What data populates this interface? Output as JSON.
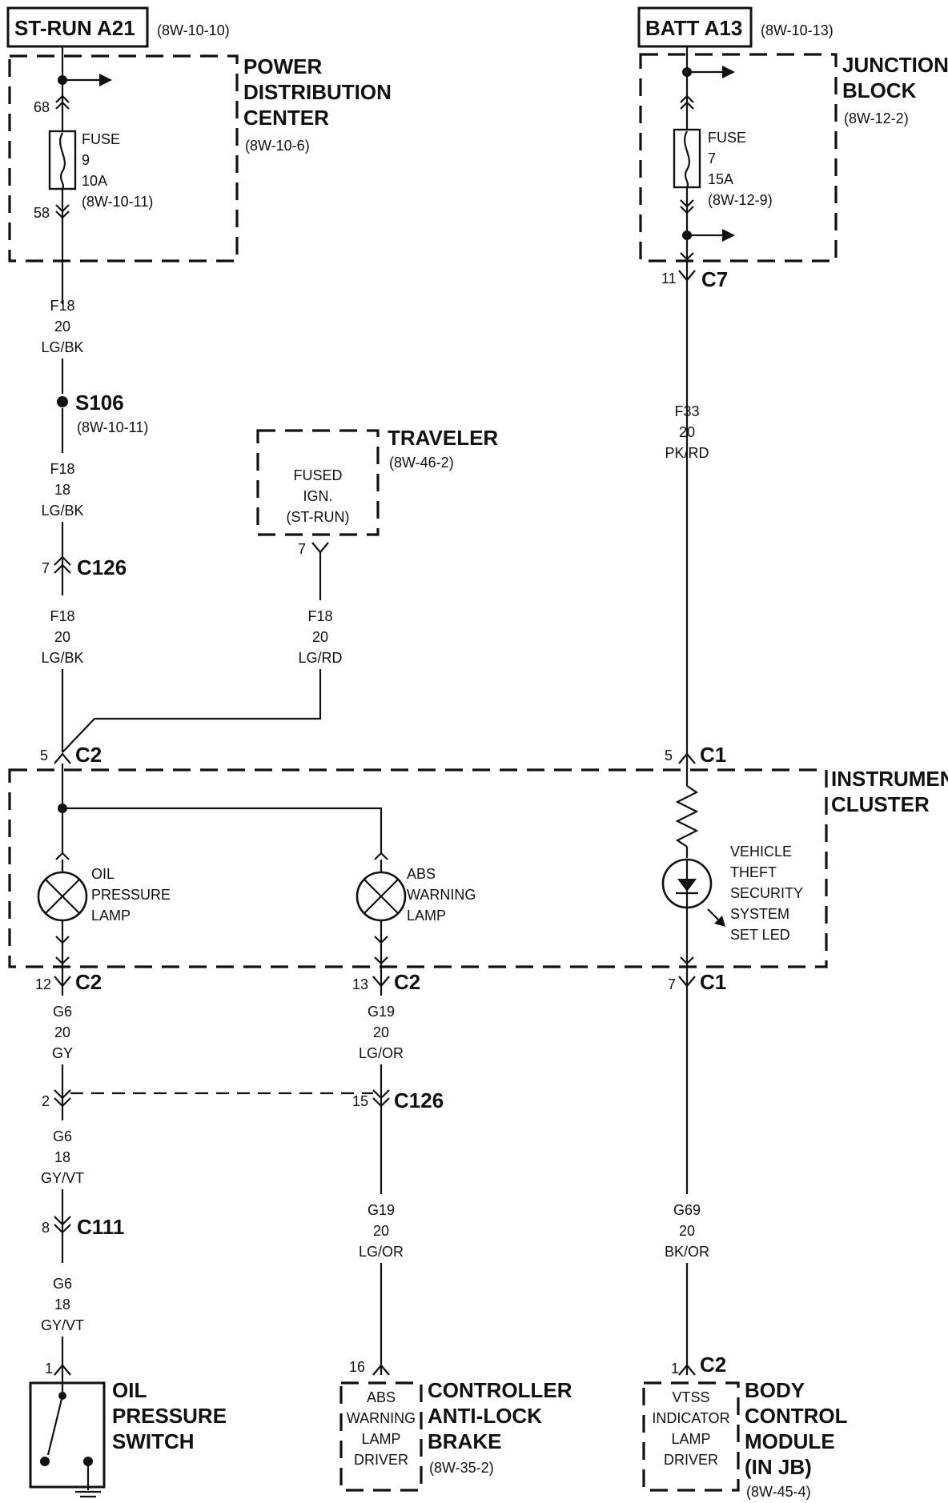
{
  "sources": {
    "st_run": {
      "label": "ST-RUN A21",
      "ref": "(8W-10-10)"
    },
    "batt": {
      "label": "BATT A13",
      "ref": "(8W-10-13)"
    }
  },
  "pdc": {
    "title_lines": [
      "POWER",
      "DISTRIBUTION",
      "CENTER"
    ],
    "ref": "(8W-10-6)",
    "pin_top": "68",
    "pin_bottom": "58",
    "fuse_lines": [
      "FUSE",
      "9",
      "10A",
      "(8W-10-11)"
    ]
  },
  "junction_block": {
    "title_lines": [
      "JUNCTION",
      "BLOCK"
    ],
    "ref": "(8W-12-2)",
    "fuse_lines": [
      "FUSE",
      "7",
      "15A",
      "(8W-12-9)"
    ],
    "conn_pin": "11",
    "conn_name": "C7"
  },
  "left_wires": {
    "w1": [
      "F18",
      "20",
      "LG/BK"
    ],
    "splice_name": "S106",
    "splice_ref": "(8W-10-11)",
    "w2": [
      "F18",
      "18",
      "LG/BK"
    ],
    "c126_pin": "7",
    "c126_name": "C126",
    "w3": [
      "F18",
      "20",
      "LG/BK"
    ]
  },
  "traveler": {
    "title": "TRAVELER",
    "ref": "(8W-46-2)",
    "inner_lines": [
      "FUSED",
      "IGN.",
      "(ST-RUN)"
    ],
    "pin": "7",
    "wire": [
      "F18",
      "20",
      "LG/RD"
    ]
  },
  "right_wire": [
    "F33",
    "20",
    "PK/RD"
  ],
  "cluster": {
    "title_lines": [
      "INSTRUMENT",
      "CLUSTER"
    ],
    "c2_in_pin": "5",
    "c2_in_name": "C2",
    "c1_in_pin": "5",
    "c1_in_name": "C1",
    "oil_lamp_lines": [
      "OIL",
      "PRESSURE",
      "LAMP"
    ],
    "abs_lamp_lines": [
      "ABS",
      "WARNING",
      "LAMP"
    ],
    "vtss_lines": [
      "VEHICLE",
      "THEFT",
      "SECURITY",
      "SYSTEM",
      "SET LED"
    ],
    "out1_pin": "12",
    "out1_name": "C2",
    "out2_pin": "13",
    "out2_name": "C2",
    "out3_pin": "7",
    "out3_name": "C1"
  },
  "lower_wires": {
    "g6_a": [
      "G6",
      "20",
      "GY"
    ],
    "g19_a": [
      "G19",
      "20",
      "LG/OR"
    ],
    "c126_left_pin": "2",
    "c126_right_pin": "15",
    "c126_name": "C126",
    "g6_b": [
      "G6",
      "18",
      "GY/VT"
    ],
    "c111_pin": "8",
    "c111_name": "C111",
    "g6_c": [
      "G6",
      "18",
      "GY/VT"
    ],
    "g19_b": [
      "G19",
      "20",
      "LG/OR"
    ],
    "g69": [
      "G69",
      "20",
      "BK/OR"
    ]
  },
  "oil_switch": {
    "pin": "1",
    "title_lines": [
      "OIL",
      "PRESSURE",
      "SWITCH"
    ]
  },
  "abs_controller": {
    "pin": "16",
    "inner_lines": [
      "ABS",
      "WARNING",
      "LAMP",
      "DRIVER"
    ],
    "title_lines": [
      "CONTROLLER",
      "ANTI-LOCK",
      "BRAKE"
    ],
    "ref": "(8W-35-2)"
  },
  "bcm": {
    "pin": "1",
    "conn_name": "C2",
    "inner_lines": [
      "VTSS",
      "INDICATOR",
      "LAMP",
      "DRIVER"
    ],
    "title_lines": [
      "BODY",
      "CONTROL",
      "MODULE",
      "(IN JB)"
    ],
    "ref": "(8W-45-4)"
  }
}
